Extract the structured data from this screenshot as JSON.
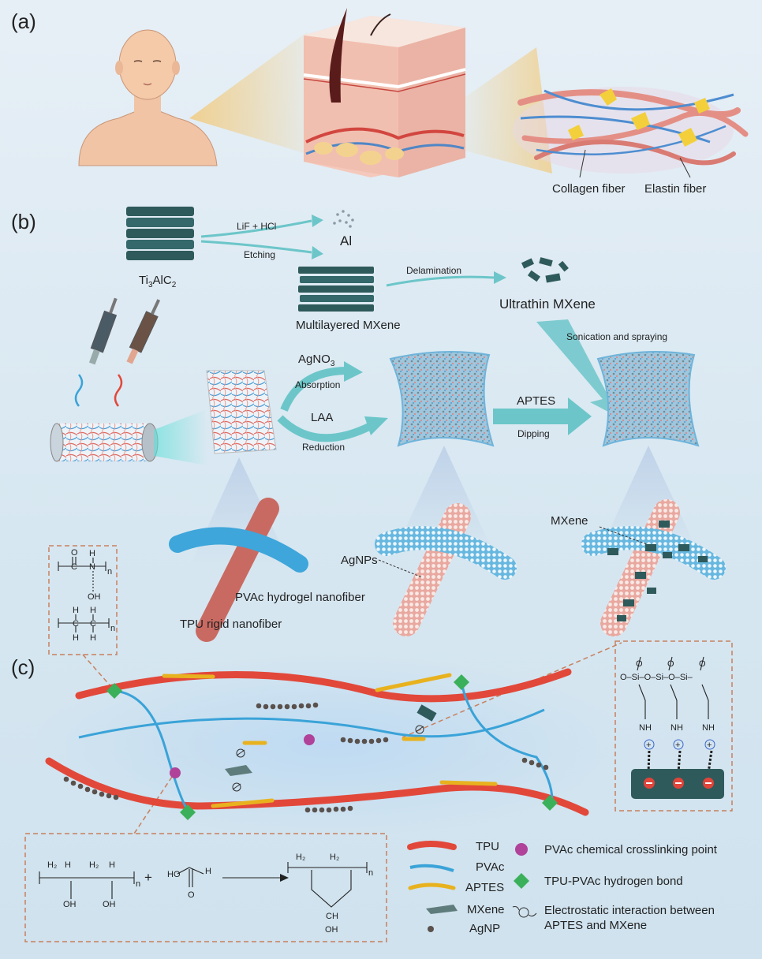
{
  "panels": {
    "a": "(a)",
    "b": "(b)",
    "c": "(c)"
  },
  "panel_a": {
    "collagen_label": "Collagen fiber",
    "elastin_label": "Elastin fiber"
  },
  "panel_b": {
    "etchant": "LiF + HCl",
    "etching": "Etching",
    "al": "Al",
    "precursor_main": "Ti",
    "precursor_sub1": "3",
    "precursor_mid": "AlC",
    "precursor_sub2": "2",
    "multilayer": "Multilayered MXene",
    "delamination": "Delamination",
    "ultrathin": "Ultrathin MXene",
    "sonication": "Sonication and spraying",
    "agno3_main": "AgNO",
    "agno3_sub": "3",
    "absorption": "Absorption",
    "laa": "LAA",
    "reduction": "Reduction",
    "aptes": "APTES",
    "dipping": "Dipping",
    "pvac_fiber": "PVAc hydrogel nanofiber",
    "tpu_fiber": "TPU rigid nanofiber",
    "agnps": "AgNPs",
    "mxene": "MXene"
  },
  "legend": {
    "tpu": "TPU",
    "pvac": "PVAc",
    "aptes": "APTES",
    "mxene": "MXene",
    "agnp": "AgNP",
    "crosslink": "PVAc chemical crosslinking point",
    "hbond": "TPU-PVAc hydrogen bond",
    "electro_1": "Electrostatic interaction between",
    "electro_2": "APTES and MXene"
  },
  "colors": {
    "tpu": "#e2483a",
    "pvac": "#3aa3d8",
    "aptes": "#e8b21f",
    "mxene": "#2f5a5b",
    "agnp": "#5a514d",
    "crosslink": "#b0429a",
    "hbond": "#3bb05a",
    "arrow": "#6cc6c9",
    "dash": "#c8805f"
  }
}
